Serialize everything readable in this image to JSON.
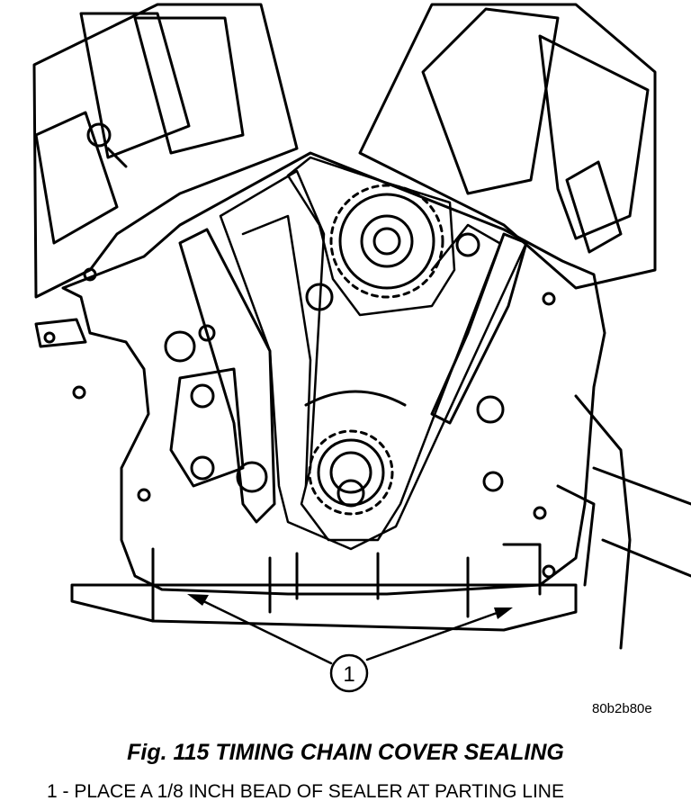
{
  "diagram": {
    "callout_number": "1",
    "image_code": "80b2b80e"
  },
  "caption": {
    "title": "Fig. 115 TIMING CHAIN COVER SEALING"
  },
  "legend": {
    "items": [
      {
        "text": "1 - PLACE A 1/8 INCH BEAD OF SEALER AT PARTING LINE"
      }
    ]
  }
}
